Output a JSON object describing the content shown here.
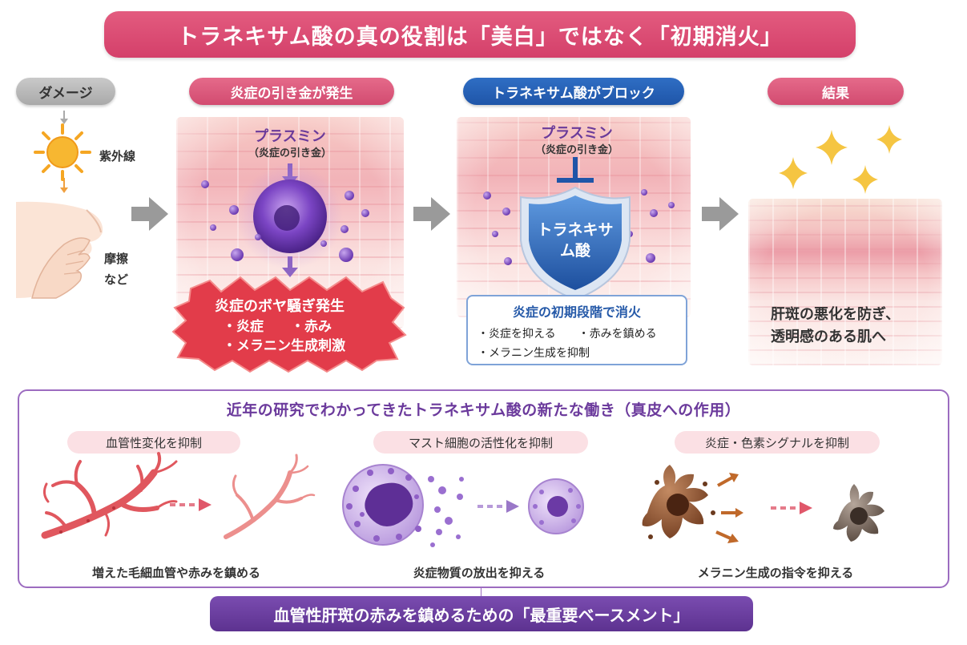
{
  "title": "トラネキサム酸の真の役割は「美白」ではなく「初期消火」",
  "stages": {
    "damage": {
      "label": "ダメージ",
      "uv": "紫外線",
      "friction_1": "摩擦",
      "friction_2": "など"
    },
    "trigger": {
      "label": "炎症の引き金が発生",
      "plasmin": "プラスミン",
      "plasmin_sub": "（炎症の引き金）",
      "burst_title": "炎症のボヤ騒ぎ発生",
      "burst_line1": "・炎症　　・赤み",
      "burst_line2": "・メラニン生成刺激"
    },
    "block": {
      "label": "トラネキサム酸がブロック",
      "plasmin": "プラスミン",
      "plasmin_sub": "（炎症の引き金）",
      "shield_line1": "トラネキサ",
      "shield_line2": "ム酸",
      "box_title": "炎症の初期段階で消火",
      "box_line1": "・炎症を抑える　　・赤みを鎮める",
      "box_line2": "・メラニン生成を抑制"
    },
    "result": {
      "label": "結果",
      "text_line1": "肝斑の悪化を防ぎ、",
      "text_line2": "透明感のある肌へ"
    }
  },
  "research": {
    "title": "近年の研究でわかってきたトラネキサム酸の新たな働き（真皮への作用）",
    "items": [
      {
        "label": "血管性変化を抑制",
        "caption": "増えた毛細血管や赤みを鎮める"
      },
      {
        "label": "マスト細胞の活性化を抑制",
        "caption": "炎症物質の放出を抑える"
      },
      {
        "label": "炎症・色素シグナルを抑制",
        "caption": "メラニン生成の指令を抑える"
      }
    ]
  },
  "conclusion": "血管性肝斑の赤みを鎮めるための「最重要ベースメント」",
  "colors": {
    "pink": "#d4406a",
    "blue": "#1f55a8",
    "purple": "#6b3a9c",
    "gray": "#a9a9a9"
  }
}
